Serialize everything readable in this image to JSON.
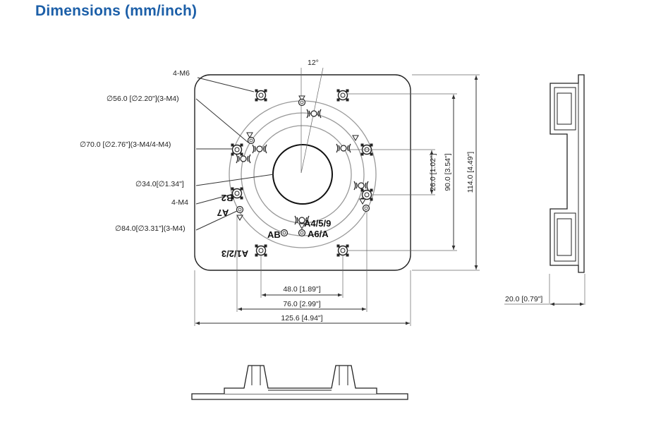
{
  "title": "Dimensions (mm/inch)",
  "callouts": {
    "m6": "4-M6",
    "d56": "∅56.0 [∅2.20\"](3-M4)",
    "d70": "∅70.0 [∅2.76\"](3-M4/4-M4)",
    "d34": "∅34.0[∅1.34\"]",
    "m4": "4-M4",
    "d84": "∅84.0[∅3.31\"](3-M4)",
    "angle": "12°"
  },
  "dims": {
    "w48": "48.0 [1.89\"]",
    "w76": "76.0 [2.99\"]",
    "w125": "125.6 [4.94\"]",
    "h26": "26.0 [1.02\"]",
    "h90": "90.0 [3.54\"]",
    "h114": "114.0 [4.49\"]",
    "depth": "20.0 [0.79\"]"
  },
  "hole_marks": {
    "b2": "B2",
    "a7": "A7",
    "a459": "A4/5/9",
    "ab": "AB",
    "a6a": "A6/A",
    "a123": "A1/2/3"
  }
}
